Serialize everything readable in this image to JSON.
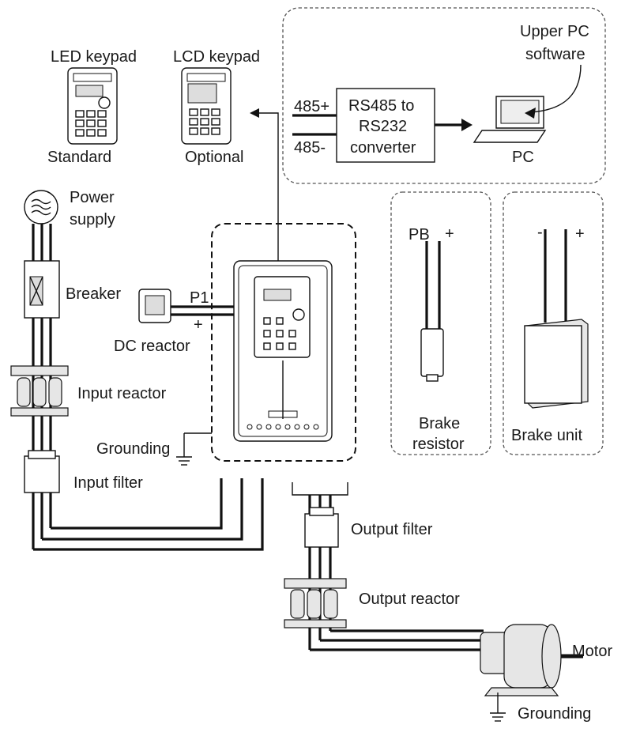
{
  "labels": {
    "led_keypad": "LED keypad",
    "lcd_keypad": "LCD keypad",
    "standard": "Standard",
    "optional": "Optional",
    "power_supply_1": "Power",
    "power_supply_2": "supply",
    "breaker": "Breaker",
    "dc_reactor": "DC reactor",
    "p1": "P1",
    "plus": "+",
    "input_reactor": "Input reactor",
    "grounding": "Grounding",
    "input_filter": "Input filter",
    "output_filter": "Output filter",
    "output_reactor": "Output reactor",
    "motor": "Motor",
    "brake_resistor_1": "Brake",
    "brake_resistor_2": "resistor",
    "brake_unit": "Brake unit",
    "pb": "PB",
    "minus": "-",
    "converter_1": "RS485 to",
    "converter_2": "RS232",
    "converter_3": "converter",
    "port_485_plus": "485+",
    "port_485_minus": "485-",
    "upper_pc_1": "Upper PC",
    "upper_pc_2": "software",
    "pc": "PC"
  },
  "icons": {
    "power_supply": "ac-source-icon",
    "breaker": "breaker-icon",
    "dc_reactor": "dc-reactor-icon",
    "input_reactor": "reactor-icon",
    "input_filter": "filter-icon",
    "inverter": "inverter-icon",
    "output_filter": "filter-icon",
    "output_reactor": "reactor-icon",
    "motor": "motor-icon",
    "brake_resistor": "resistor-icon",
    "brake_unit": "brake-unit-icon",
    "laptop": "laptop-icon",
    "ground": "ground-icon"
  }
}
